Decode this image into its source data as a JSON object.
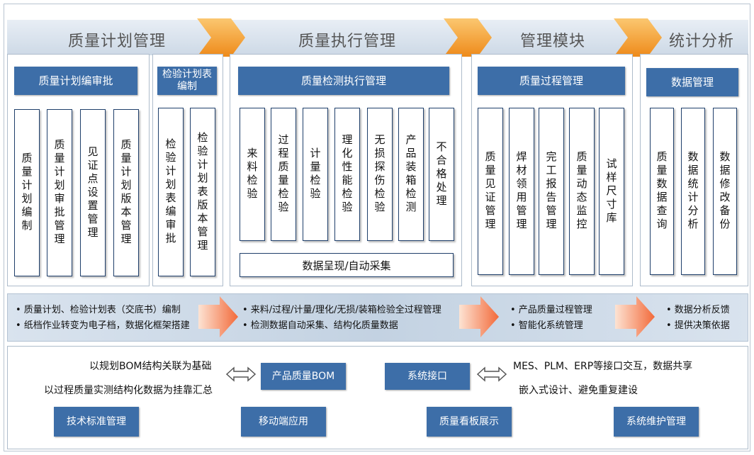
{
  "modules": [
    {
      "title": "质量计划管理"
    },
    {
      "title": "质量执行管理"
    },
    {
      "title": "管理模块"
    },
    {
      "title": "统计分析"
    }
  ],
  "plan": {
    "header": "质量计划编审批",
    "items": [
      "质量计划编制",
      "质量计划审批管理",
      "见证点设置管理",
      "质量计划版本管理"
    ]
  },
  "inspection_plan": {
    "header": "检验计划表编制",
    "items": [
      "检验计划表编审批",
      "检验计划表版本管理"
    ]
  },
  "execution": {
    "header": "质量检测执行管理",
    "items": [
      "来料检验",
      "过程质量检验",
      "计量检验",
      "理化性能检验",
      "无损探伤检验",
      "产品装箱检测",
      "不合格处理"
    ],
    "footer": "数据呈现/自动采集"
  },
  "process": {
    "header": "质量过程管理",
    "items": [
      "质量见证管理",
      "焊材领用管理",
      "完工报告管理",
      "质量动态监控",
      "试样尺寸库"
    ]
  },
  "data_mgmt": {
    "header": "数据管理",
    "items": [
      "质量数据查询",
      "数据统计分析",
      "数据修改备份"
    ]
  },
  "flow": [
    [
      "• 质量计划、检验计划表（交底书）编制",
      "• 纸档作业转变为电子档，数据化框架搭建"
    ],
    [
      "• 来料/过程/计量/理化/无损/装箱检验全过程管理",
      "• 检测数据自动采集、结构化质量数据"
    ],
    [
      "• 产品质量过程管理",
      "• 智能化系统管理"
    ],
    [
      "• 数据分析反馈",
      "• 提供决策依据"
    ]
  ],
  "bottom": {
    "left_text_1": "以规划BOM结构关联为基础",
    "left_text_2": "以过程质量实测结构化数据为挂靠汇总",
    "bom_button": "产品质量BOM",
    "interface_button": "系统接口",
    "right_text_1": "MES、PLM、ERP等接口交互，数据共享",
    "right_text_2": "嵌入式设计、避免重复建设",
    "tech_button": "技术标准管理",
    "mobile_button": "移动端应用",
    "board_button": "质量看板展示",
    "maint_button": "系统维护管理"
  },
  "colors": {
    "header_blue": "#3d6ea8",
    "arrow_orange": "#f5a13a",
    "box_border": "#1f3f6b",
    "band": "#cdd9e6"
  },
  "icons": [
    "chevron-arrow-icon",
    "double-arrow-icon",
    "flow-arrow-icon"
  ]
}
